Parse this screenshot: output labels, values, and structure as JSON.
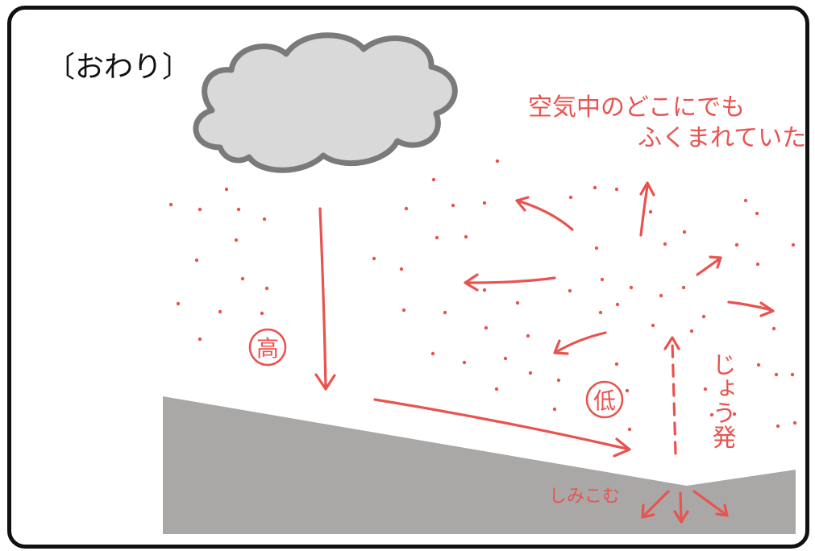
{
  "panel": {
    "title": "〔おわり〕"
  },
  "annotations": {
    "everywhere_line1": "空気中のどこにでも",
    "everywhere_line2": "ふくまれていた。",
    "high": "高",
    "low": "低",
    "evaporation": "じょう発",
    "seep_in": "しみこむ"
  },
  "colors": {
    "ink_red": "#e8534f",
    "cloud_fill": "#d9d9d9",
    "cloud_stroke": "#7a7a7a",
    "ground_fill": "#aaa8a7",
    "border": "#111111"
  }
}
